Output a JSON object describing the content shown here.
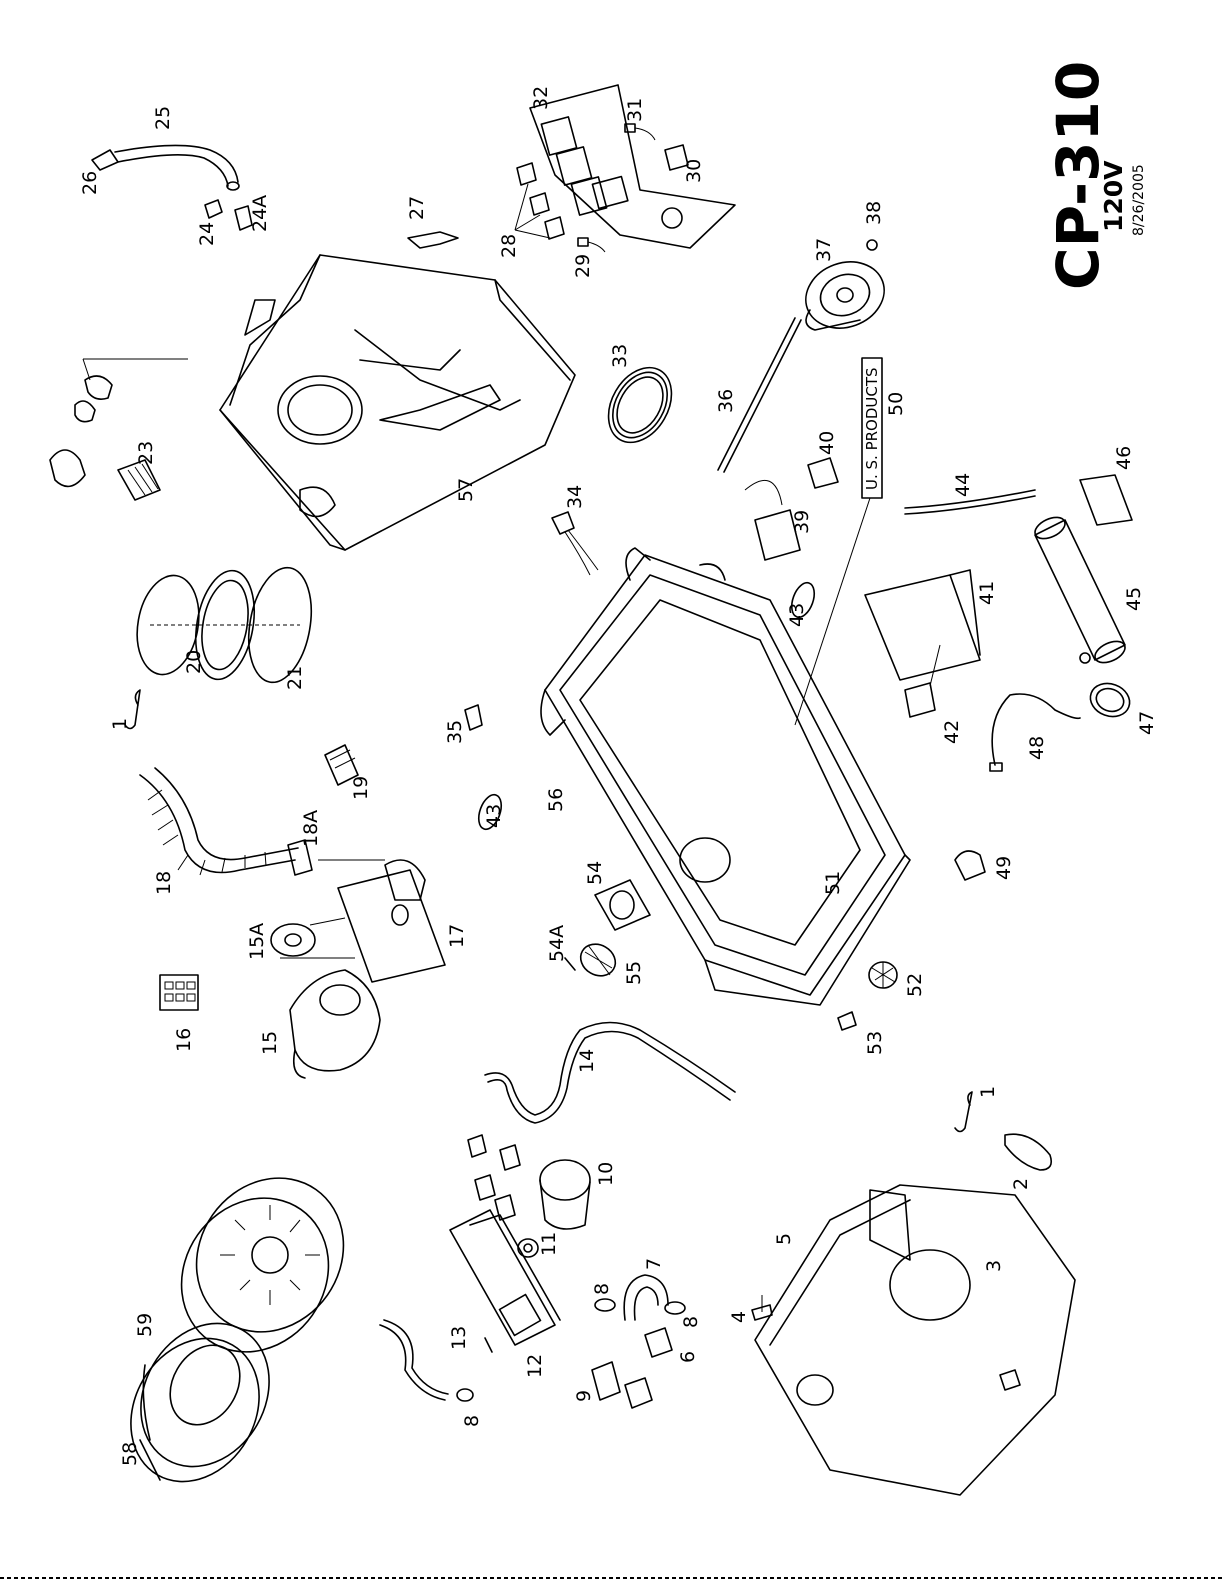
{
  "title": {
    "model": "CP-310",
    "voltage": "120V",
    "date": "8/26/2005"
  },
  "label_box": "U. S. PRODUCTS",
  "callouts": [
    "1",
    "1",
    "2",
    "3",
    "4",
    "5",
    "6",
    "7",
    "8",
    "8",
    "8",
    "9",
    "10",
    "11",
    "12",
    "13",
    "14",
    "15",
    "15A",
    "16",
    "17",
    "18",
    "18A",
    "19",
    "20",
    "21",
    "23",
    "24",
    "24A",
    "25",
    "26",
    "27",
    "28",
    "29",
    "30",
    "31",
    "32",
    "33",
    "34",
    "35",
    "36",
    "37",
    "38",
    "39",
    "40",
    "41",
    "42",
    "43",
    "43",
    "44",
    "45",
    "46",
    "47",
    "48",
    "49",
    "50",
    "51",
    "52",
    "53",
    "54",
    "54A",
    "55",
    "56",
    "57",
    "58",
    "59"
  ]
}
